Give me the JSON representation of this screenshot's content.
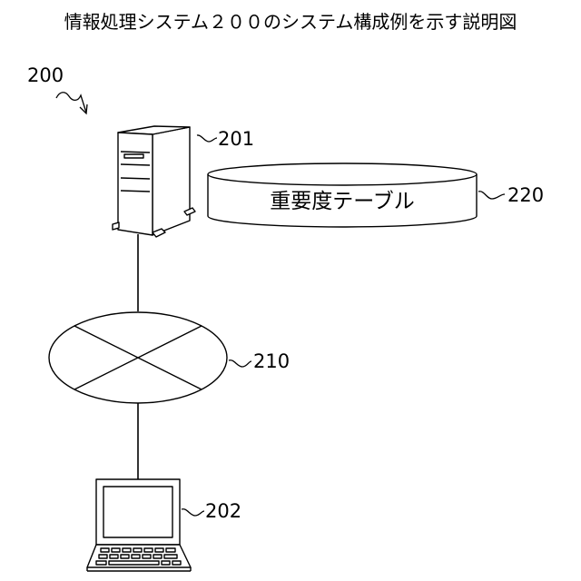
{
  "figure": {
    "title": "情報処理システム２００のシステム構成例を示す説明図",
    "system_ref": "200"
  },
  "components": {
    "server": {
      "ref": "201",
      "icon": "server-tower-icon"
    },
    "terminal": {
      "ref": "202",
      "icon": "laptop-icon"
    },
    "network": {
      "ref": "210",
      "icon": "network-cloud-icon"
    },
    "database": {
      "ref": "220",
      "label": "重要度テーブル",
      "icon": "database-cylinder-icon"
    }
  }
}
